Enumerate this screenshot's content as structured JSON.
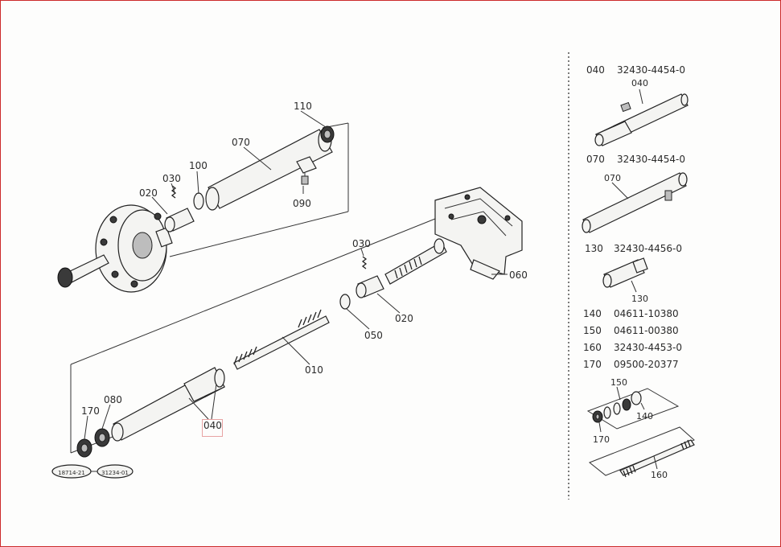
{
  "callouts": {
    "c110": "110",
    "c070": "070",
    "c030a": "030",
    "c100": "100",
    "c020a": "020",
    "c090": "090",
    "c030b": "030",
    "c060": "060",
    "c020b": "020",
    "c050": "050",
    "c010": "010",
    "c080": "080",
    "c170": "170",
    "c040": "040"
  },
  "parts_list": [
    {
      "ref": "040",
      "number": "32430-4454-0"
    },
    {
      "ref": "070",
      "number": "32430-4454-0"
    },
    {
      "ref": "130",
      "number": "32430-4456-0"
    },
    {
      "ref": "140",
      "number": "04611-10380"
    },
    {
      "ref": "150",
      "number": "04611-00380"
    },
    {
      "ref": "160",
      "number": "32430-4453-0"
    },
    {
      "ref": "170",
      "number": "09500-20377"
    }
  ],
  "detail_callouts": {
    "d040": "040",
    "d070": "070",
    "d130": "130",
    "d150": "150",
    "d140": "140",
    "d170": "170",
    "d160": "160"
  },
  "ovals": {
    "left": "18714-21",
    "right": "31234-01"
  }
}
